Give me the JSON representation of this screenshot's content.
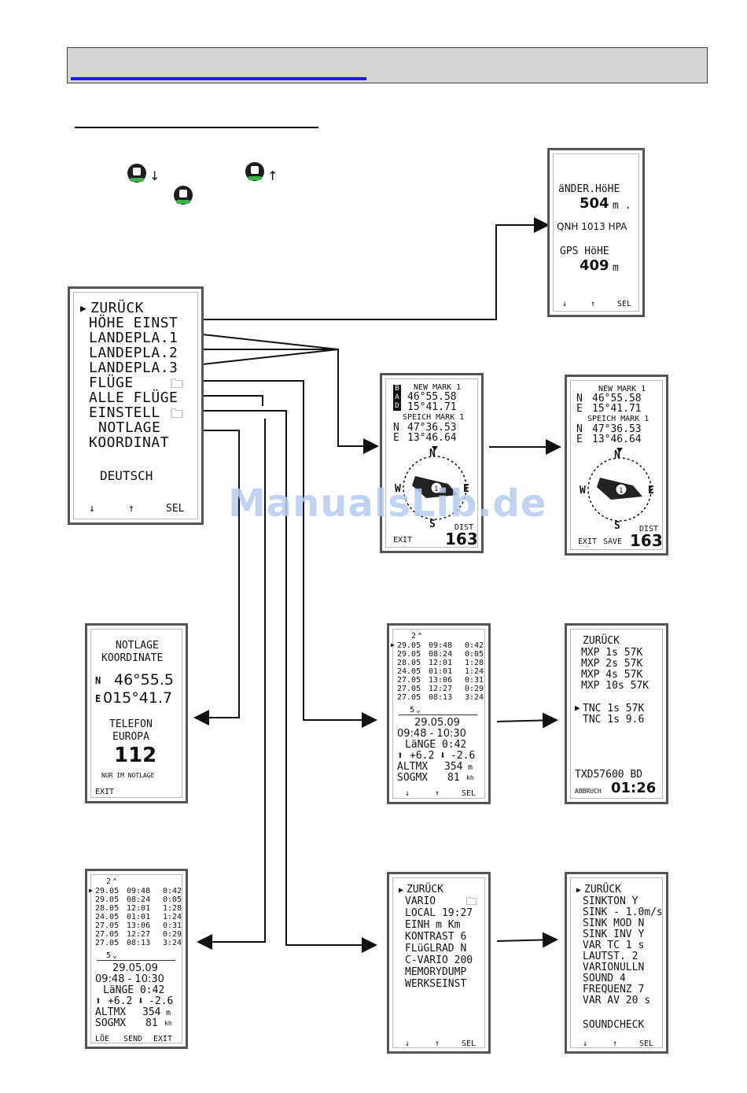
{
  "icons": {
    "btn_down": "button-icon",
    "btn_up": "button-icon",
    "btn_sel": "button-icon",
    "folder": "folder-icon"
  },
  "arrows": {
    "down": "↓",
    "up": "↑"
  },
  "watermark": "ManualsLib.de",
  "main_menu": {
    "items": [
      "ZURÜCK",
      "HÖHE EINST",
      "LANDEPLA.1",
      "LANDEPLA.2",
      "LANDEPLA.3",
      "FLÜGE",
      "ALLE FLÜGE",
      "EINSTELL",
      "NOTLAGE",
      "KOORDINAT"
    ],
    "language": "DEUTSCH",
    "softkeys": [
      "↓",
      "↑",
      "SEL"
    ]
  },
  "altitude_screen": {
    "label": "äNDER.HöHE",
    "value": "504",
    "unit": "m .",
    "qnh": "QNH 1013 HPA",
    "gps_label": "GPS HöHE",
    "gps_value": "409",
    "gps_unit": "m",
    "softkeys": [
      "↓",
      "↑",
      "SEL"
    ]
  },
  "landing_screen_1": {
    "side_letters": [
      "B",
      "A",
      "D"
    ],
    "new_mark": "NEW MARK 1",
    "new_n": "46°55.58",
    "new_e": "15°41.71",
    "saved_mark": "SPEICH MARK 1",
    "saved_n": "47°36.53",
    "saved_e": "13°46.64",
    "compass": [
      "N",
      "E",
      "S",
      "W"
    ],
    "dist_label": "DIST",
    "dist_value": "163",
    "exit": "EXIT"
  },
  "landing_screen_2": {
    "new_mark": "NEW MARK 1",
    "new_n": "46°55.58",
    "new_e": "15°41.71",
    "saved_mark": "SPEICH MARK 1",
    "saved_n": "47°36.53",
    "saved_e": "13°46.64",
    "compass": [
      "N",
      "E",
      "S",
      "W"
    ],
    "dist_label": "DIST",
    "dist_value": "163",
    "exit": "EXIT",
    "save": "SAVE"
  },
  "emergency_screen": {
    "title1": "NOTLAGE",
    "title2": "KOORDINATE",
    "lat": "46°55.5",
    "lon": "015°41.7",
    "phone1": "TELEFON",
    "phone2": "EUROPA",
    "number": "112",
    "note": "NUR IM NOTLAGE",
    "exit": "EXIT"
  },
  "flights_log": {
    "top": "2",
    "bottom": "5",
    "rows": [
      [
        "29.05",
        "09:48",
        "0:42"
      ],
      [
        "29.05",
        "08:24",
        "0:05"
      ],
      [
        "28.05",
        "12:01",
        "1:28"
      ],
      [
        "24.05",
        "01:01",
        "1:24"
      ],
      [
        "27.05",
        "13:06",
        "0:31"
      ],
      [
        "27.05",
        "12:27",
        "0:29"
      ],
      [
        "27.05",
        "08:13",
        "3:24"
      ]
    ],
    "date": "29.05.09",
    "time": "09:48 - 10:30",
    "length": "LäNGE 0:42",
    "climb": "+6.2",
    "sink": "-2.6",
    "altmx_label": "ALTMX",
    "altmx": "354",
    "altmx_unit": "m",
    "sogmx_label": "SOGMX",
    "sogmx": "81",
    "sogmx_unit": "kh",
    "softkeys": [
      "↓",
      "↑",
      "SEL"
    ],
    "softkeys_all": [
      "LÖE",
      "SEND",
      "EXIT"
    ]
  },
  "transfer_screen": {
    "items": [
      "ZURÜCK",
      "MXP 1s 57K",
      "MXP 2s 57K",
      "MXP 4s 57K",
      "MXP 10s 57K",
      "TNC 1s 57K",
      "TNC 1s 9.6"
    ],
    "baud": "TXD57600 BD",
    "abort": "ABBRUCH",
    "timer": "01:26"
  },
  "settings_screen": {
    "items": [
      "ZURÜCK",
      "VARIO",
      "LOCAL 19:27",
      "EINH m Km",
      "KONTRAST 6",
      "FLüGLRAD N",
      "C-VARIO 200",
      "MEMORYDUMP",
      "WERKSEINST"
    ],
    "softkeys": [
      "↓",
      "↑",
      "SEL"
    ]
  },
  "vario_screen": {
    "items": [
      "ZURÜCK",
      "SINKTON Y",
      "SINK - 1.0m/s",
      "SINK MOD N",
      "SINK INV Y",
      "VAR TC 1 s",
      "LAUTST. 2",
      "VARIONULLN",
      "SOUND 4",
      "FREQUENZ 7",
      "VAR AV 20 s"
    ],
    "soundcheck": "SOUNDCHECK",
    "softkeys": [
      "↓",
      "↑",
      "SEL"
    ]
  }
}
